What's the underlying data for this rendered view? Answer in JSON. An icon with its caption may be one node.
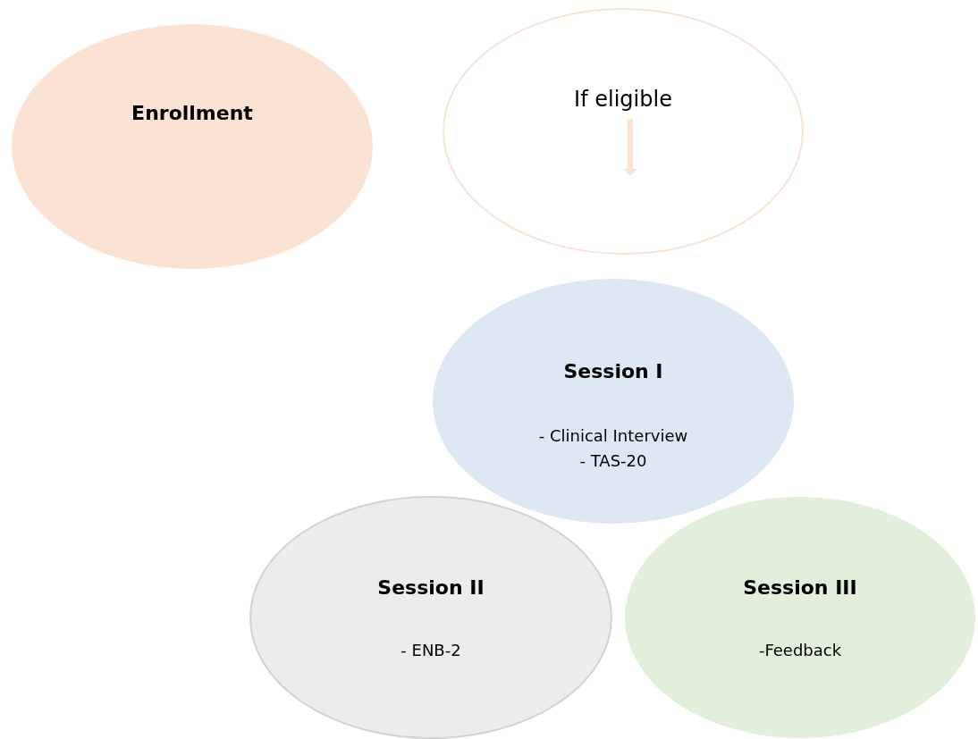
{
  "diagram": {
    "nodes": [
      {
        "text": [
          "Enrollment"
        ]
      },
      {
        "text": [
          "If eligible"
        ]
      },
      {
        "text": [
          "Session I",
          "- Clinical Interview",
          "- TAS-20"
        ]
      },
      {
        "text": [
          "Session II",
          "- ENB-2"
        ]
      },
      {
        "text": [
          "Session III",
          "-Feedback"
        ]
      }
    ]
  }
}
